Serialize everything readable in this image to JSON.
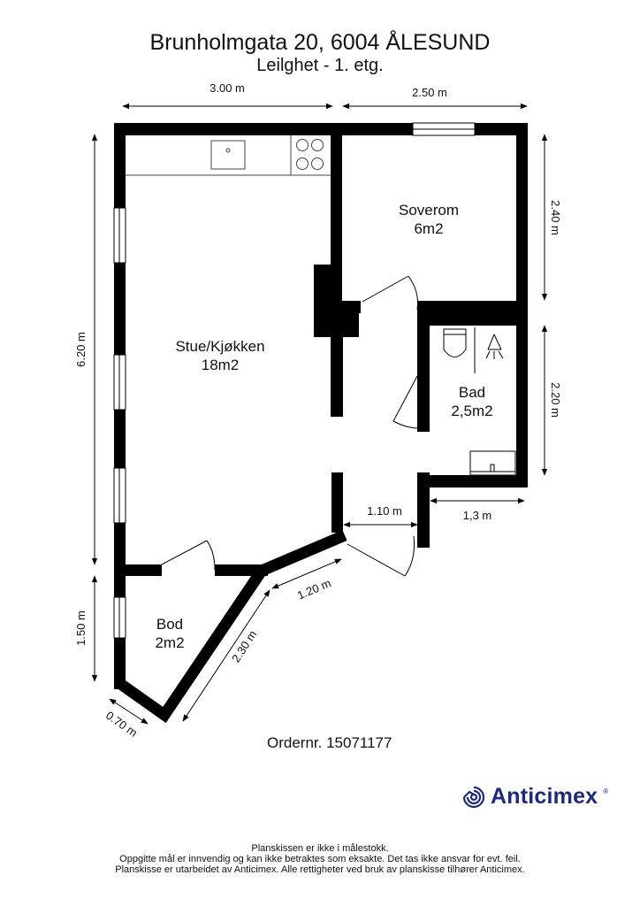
{
  "header": {
    "title": "Brunholmgata 20, 6004 ÅLESUND",
    "subtitle": "Leilghet - 1. etg."
  },
  "rooms": [
    {
      "name": "Stue/Kjøkken",
      "area": "18m2"
    },
    {
      "name": "Soverom",
      "area": "6m2"
    },
    {
      "name": "Bad",
      "area": "2,5m2"
    },
    {
      "name": "Bod",
      "area": "2m2"
    }
  ],
  "dimensions": {
    "top_left": "3.00 m",
    "top_right": "2.50 m",
    "right_upper": "2.40 m",
    "right_lower": "2.20 m",
    "left_main": "6.20 m",
    "left_bod": "1.50 m",
    "bad_width": "1,3 m",
    "entry_width": "1.10 m",
    "diag_short": "1.20 m",
    "diag_long": "2.30 m",
    "bod_bottom": "0.70 m"
  },
  "order": "Ordernr. 15071177",
  "brand": {
    "name": "Anticimex",
    "reg": "®",
    "color": "#1d2a7a"
  },
  "footer": {
    "line1": "Planskissen er ikke i målestokk.",
    "line2": "Oppgitte mål er innvendig og kan ikke betraktes som eksakte. Det tas ikke ansvar for evt. feil.",
    "line3": "Planskisse er utarbeidet av Anticimex. Alle rettigheter ved bruk av planskisse tilhører Anticimex."
  }
}
